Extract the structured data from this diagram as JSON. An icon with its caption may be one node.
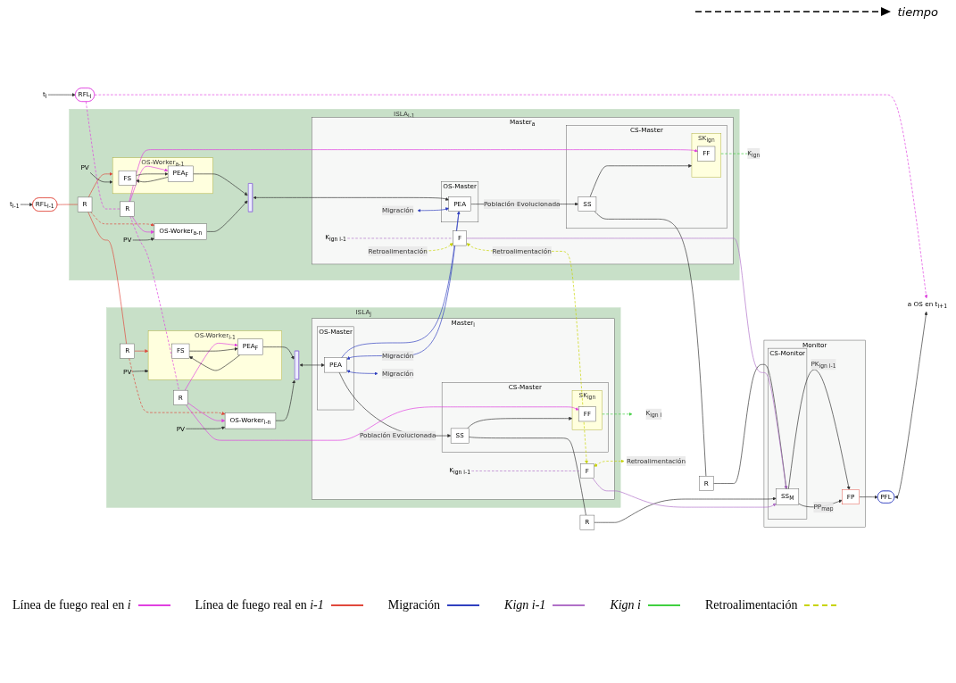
{
  "diagram": {
    "nodes": [
      {
        "text": [
          "t$_{i-1}$"
        ]
      },
      {
        "text": [
          "t$_{i}$"
        ]
      },
      {
        "text": [
          "RFL$_{i-1}$"
        ]
      },
      {
        "text": [
          "RFL$_{i}$"
        ]
      },
      {
        "text": [
          "ISLA$_{j-1}$"
        ]
      },
      {
        "text": [
          "R"
        ],
        "in": 4
      },
      {
        "text": [
          "R"
        ],
        "in": 4
      },
      {
        "text": [
          "OS-Worker$_{a-1}$"
        ],
        "in": 4
      },
      {
        "text": [
          "FS"
        ],
        "in": 7
      },
      {
        "text": [
          "PEA$_{F}$"
        ],
        "in": 7
      },
      {
        "text": [
          "PV"
        ],
        "in": 4
      },
      {
        "text": [
          "OS-Worker$_{a-n}$"
        ],
        "in": 4
      },
      {
        "text": [
          "PV"
        ],
        "in": 4
      },
      {
        "text": [],
        "shape": "bar",
        "in": 4
      },
      {
        "text": [
          "Master$_{a}$"
        ],
        "in": 4
      },
      {
        "text": [
          "OS-Master"
        ],
        "in": 14
      },
      {
        "text": [
          "PEA"
        ],
        "in": 15
      },
      {
        "text": [
          "CS-Master"
        ],
        "in": 14
      },
      {
        "text": [
          "SS"
        ],
        "in": 17
      },
      {
        "text": [
          "SK$_{ign}$"
        ],
        "in": 17
      },
      {
        "text": [
          "FF"
        ],
        "in": 19
      },
      {
        "text": [
          "F"
        ],
        "in": 14
      },
      {
        "text": [
          "K$_{ign i-1}$"
        ],
        "in": 14
      },
      {
        "text": [
          "R"
        ]
      },
      {
        "text": [
          "ISLA$_{j}$"
        ]
      },
      {
        "text": [
          "R"
        ],
        "in": 24
      },
      {
        "text": [
          "R"
        ],
        "in": 24
      },
      {
        "text": [
          "OS-Worker$_{i-1}$"
        ],
        "in": 24
      },
      {
        "text": [
          "FS"
        ],
        "in": 27
      },
      {
        "text": [
          "PEA$_{F}$"
        ],
        "in": 27
      },
      {
        "text": [
          "PV"
        ],
        "in": 24
      },
      {
        "text": [
          "OS-Worker$_{i-n}$"
        ],
        "in": 24
      },
      {
        "text": [
          "PV"
        ],
        "in": 24
      },
      {
        "text": [],
        "shape": "bar",
        "in": 24
      },
      {
        "text": [
          "Master$_{i}$"
        ],
        "in": 24
      },
      {
        "text": [
          "OS-Master"
        ],
        "in": 34
      },
      {
        "text": [
          "PEA"
        ],
        "in": 35
      },
      {
        "text": [
          "CS-Master"
        ],
        "in": 34
      },
      {
        "text": [
          "SS"
        ],
        "in": 37
      },
      {
        "text": [
          "SK$_{ign}$"
        ],
        "in": 37
      },
      {
        "text": [
          "FF"
        ],
        "in": 39
      },
      {
        "text": [
          "F"
        ],
        "in": 34
      },
      {
        "text": [
          "K$_{ign i-1}$"
        ],
        "in": 34
      },
      {
        "text": [
          "R"
        ]
      },
      {
        "text": [
          "Monitor"
        ]
      },
      {
        "text": [
          "CS-Monitor"
        ],
        "in": 44
      },
      {
        "text": [
          "SS$_{M}$"
        ],
        "in": 45
      },
      {
        "text": [
          "FP"
        ],
        "in": 44
      },
      {
        "text": [
          "PFL"
        ]
      },
      {
        "text": [
          "a OS en t$_{i+1}$"
        ]
      }
    ],
    "edges": [
      {
        "from": 0,
        "to": 2,
        "arrow": "to"
      },
      {
        "from": 1,
        "to": 3,
        "arrow": "to"
      },
      {
        "from": 2,
        "to": 5,
        "arrow": "none",
        "color": "#e0483c"
      },
      {
        "from": 3,
        "to": 6,
        "arrow": "none",
        "style": "dashed",
        "color": "#e040e0"
      },
      {
        "from": 3,
        "to": 49,
        "arrow": "to",
        "style": "dashed",
        "color": "#e040e0"
      },
      {
        "from": 5,
        "to": 7,
        "arrow": "to",
        "color": "#e0483c"
      },
      {
        "from": 5,
        "to": 11,
        "arrow": "to",
        "style": "dashed",
        "color": "#e0483c"
      },
      {
        "from": 5,
        "to": 25,
        "arrow": "none",
        "color": "#e0483c"
      },
      {
        "from": 6,
        "to": 26,
        "arrow": "none",
        "style": "dashed",
        "color": "#e040e0"
      },
      {
        "from": 6,
        "to": 9,
        "arrow": "to",
        "color": "#e040e0"
      },
      {
        "from": 6,
        "to": 11,
        "arrow": "to",
        "color": "#e040e0"
      },
      {
        "from": 6,
        "to": 20,
        "arrow": "to",
        "color": "#e040e0"
      },
      {
        "from": 10,
        "to": 7,
        "arrow": "to"
      },
      {
        "from": 8,
        "to": 9,
        "arrow": "to"
      },
      {
        "from": 9,
        "to": 8,
        "arrow": "to"
      },
      {
        "from": 9,
        "to": 13,
        "arrow": "to"
      },
      {
        "from": 12,
        "to": 11,
        "arrow": "to"
      },
      {
        "from": 11,
        "to": 13,
        "arrow": "to"
      },
      {
        "from": 13,
        "to": 16,
        "arrow": "both"
      },
      {
        "from": 16,
        "to": 18,
        "arrow": "to",
        "label": "Población Evolucionada"
      },
      {
        "from": 18,
        "to": 19,
        "arrow": "to"
      },
      {
        "from": 18,
        "to": 23,
        "arrow": "none"
      },
      {
        "from": 23,
        "to": 46,
        "arrow": "to"
      },
      {
        "from": 22,
        "to": 21,
        "arrow": "none",
        "style": "dashed",
        "color": "#b070c8"
      },
      {
        "from": 21,
        "to": 46,
        "arrow": "to",
        "color": "#b070c8"
      },
      {
        "from": 19,
        "to": null,
        "arrow": "to",
        "style": "dashed",
        "color": "#40d040",
        "label": "K$_{ign}$"
      },
      {
        "from": null,
        "to": 16,
        "arrow": "both",
        "color": "#3040c0",
        "label": "Migración"
      },
      {
        "from": 16,
        "to": 36,
        "arrow": "to",
        "color": "#3040c0",
        "label": "Migración"
      },
      {
        "from": 36,
        "to": 16,
        "arrow": "to",
        "color": "#3040c0"
      },
      {
        "from": null,
        "to": 21,
        "arrow": "both",
        "style": "dashed",
        "color": "#c8d400",
        "label": "Retroalimentación"
      },
      {
        "from": 21,
        "to": 41,
        "arrow": "both",
        "style": "dashed",
        "color": "#c8d400",
        "label": "Retroalimentación"
      },
      {
        "from": 25,
        "to": 27,
        "arrow": "to",
        "color": "#e0483c"
      },
      {
        "from": 25,
        "to": 31,
        "arrow": "to",
        "style": "dashed",
        "color": "#e0483c"
      },
      {
        "from": 26,
        "to": 29,
        "arrow": "to",
        "color": "#e040e0"
      },
      {
        "from": 26,
        "to": 31,
        "arrow": "to",
        "color": "#e040e0"
      },
      {
        "from": 26,
        "to": 40,
        "arrow": "to",
        "color": "#e040e0"
      },
      {
        "from": 30,
        "to": 27,
        "arrow": "to"
      },
      {
        "from": 28,
        "to": 29,
        "arrow": "to"
      },
      {
        "from": 29,
        "to": 28,
        "arrow": "to"
      },
      {
        "from": 29,
        "to": 33,
        "arrow": "to"
      },
      {
        "from": 32,
        "to": 31,
        "arrow": "to"
      },
      {
        "from": 31,
        "to": 33,
        "arrow": "to"
      },
      {
        "from": 33,
        "to": 36,
        "arrow": "both"
      },
      {
        "from": 36,
        "to": 38,
        "arrow": "to",
        "label": "Población Evolucionada"
      },
      {
        "from": 38,
        "to": 39,
        "arrow": "to"
      },
      {
        "from": 38,
        "to": 43,
        "arrow": "none"
      },
      {
        "from": 43,
        "to": 46,
        "arrow": "to"
      },
      {
        "from": 42,
        "to": 41,
        "arrow": "none",
        "style": "dashed",
        "color": "#b070c8"
      },
      {
        "from": 41,
        "to": 46,
        "arrow": "to",
        "color": "#b070c8"
      },
      {
        "from": 39,
        "to": null,
        "arrow": "to",
        "style": "dashed",
        "color": "#40d040",
        "label": "K$_{ign i}$"
      },
      {
        "from": 36,
        "to": null,
        "arrow": "both",
        "color": "#3040c0",
        "label": "Migración"
      },
      {
        "from": 41,
        "to": null,
        "arrow": "both",
        "style": "dashed",
        "color": "#c8d400",
        "label": "Retroalimentación"
      },
      {
        "from": 46,
        "to": 47,
        "arrow": "to",
        "label": "PK$_{ign i-1}$"
      },
      {
        "from": 46,
        "to": 47,
        "arrow": "to",
        "label": "PP$_{map}$"
      },
      {
        "from": 47,
        "to": 48,
        "arrow": "to"
      },
      {
        "from": 48,
        "to": 49,
        "arrow": "both"
      }
    ],
    "labels": [
      "tiempo"
    ],
    "legend": [
      {
        "text": "Línea de fuego real en *i*"
      },
      {
        "text": "Línea de fuego real en *i-1*"
      },
      {
        "text": "Migración"
      },
      {
        "text": "Kign i-1"
      },
      {
        "text": "Kign i"
      },
      {
        "text": "Retroalimentación"
      }
    ]
  }
}
